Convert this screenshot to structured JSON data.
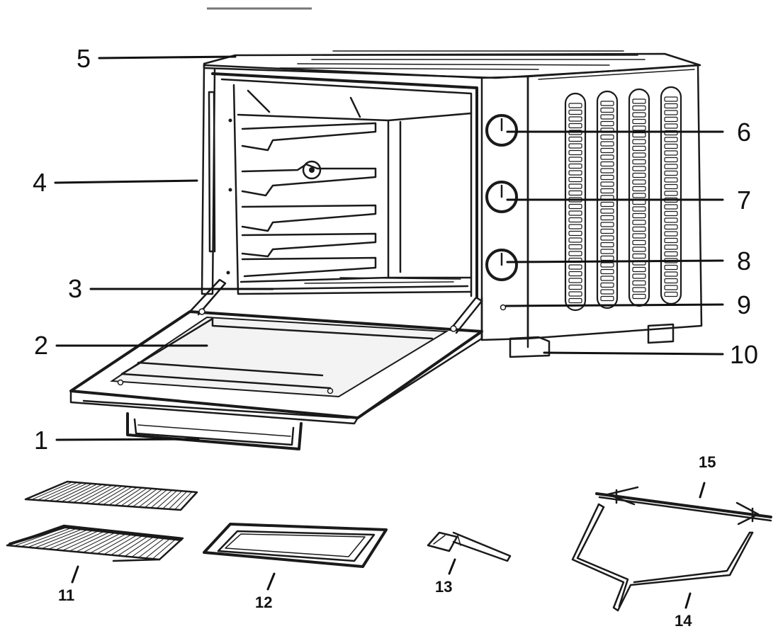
{
  "callouts": [
    {
      "number": "1",
      "part": "door handle"
    },
    {
      "number": "2",
      "part": "glass door"
    },
    {
      "number": "3",
      "part": "heating element"
    },
    {
      "number": "4",
      "part": "housing side"
    },
    {
      "number": "5",
      "part": "housing top"
    },
    {
      "number": "6",
      "part": "control knob"
    },
    {
      "number": "7",
      "part": "control knob"
    },
    {
      "number": "8",
      "part": "control knob"
    },
    {
      "number": "9",
      "part": "indicator light"
    },
    {
      "number": "10",
      "part": "foot"
    },
    {
      "number": "11",
      "part": "wire racks"
    },
    {
      "number": "12",
      "part": "baking tray"
    },
    {
      "number": "13",
      "part": "tray handle"
    },
    {
      "number": "14",
      "part": "rotisserie handle"
    },
    {
      "number": "15",
      "part": "rotisserie spit"
    }
  ],
  "colors": {
    "line": "#1a1a1a",
    "background": "#ffffff",
    "glass": "#f3f3f3"
  }
}
